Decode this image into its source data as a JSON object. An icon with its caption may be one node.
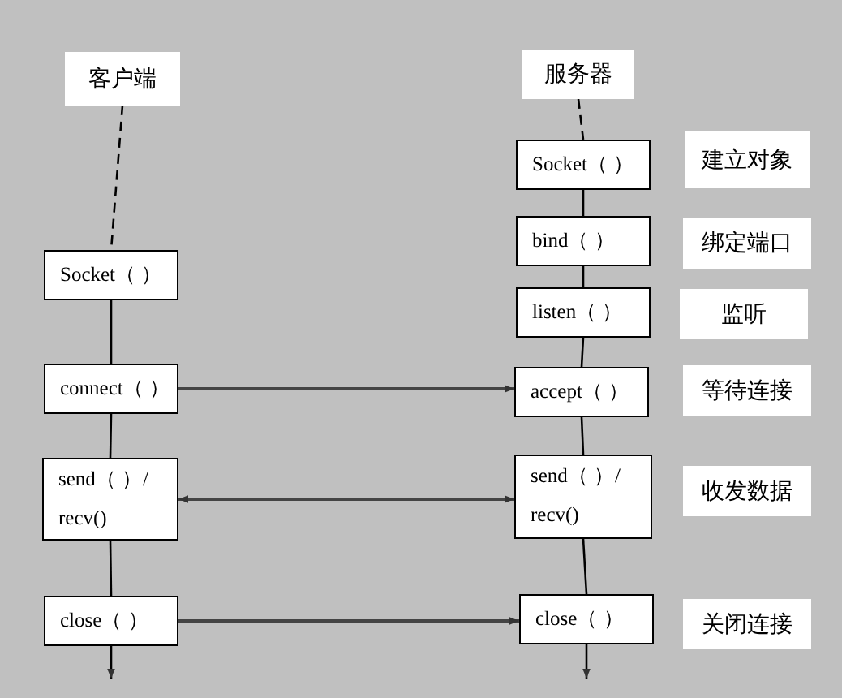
{
  "diagram": {
    "nodes": [
      {
        "text": [
          "客户端"
        ]
      },
      {
        "text": [
          "Socket（ ）"
        ]
      },
      {
        "text": [
          "connect（ ）"
        ]
      },
      {
        "text": [
          "send（ ）/ recv()"
        ]
      },
      {
        "text": [
          "close（ ）"
        ]
      },
      {
        "text": [
          "服务器"
        ]
      },
      {
        "text": [
          "Socket（ ）"
        ]
      },
      {
        "text": [
          "bind（ ）"
        ]
      },
      {
        "text": [
          "listen（ ）"
        ]
      },
      {
        "text": [
          "accept（ ）"
        ]
      },
      {
        "text": [
          "send（ ）/ recv()"
        ]
      },
      {
        "text": [
          "close（ ）"
        ]
      },
      {
        "text": [
          "建立对象"
        ]
      },
      {
        "text": [
          "绑定端口"
        ]
      },
      {
        "text": [
          "监听"
        ]
      },
      {
        "text": [
          "等待连接"
        ]
      },
      {
        "text": [
          "收发数据"
        ]
      },
      {
        "text": [
          "关闭连接"
        ]
      }
    ],
    "edges": [
      {
        "from": 0,
        "to": 1,
        "arrow": "none",
        "style": "dashed"
      },
      {
        "from": 1,
        "to": 2,
        "arrow": "none"
      },
      {
        "from": 2,
        "to": 3,
        "arrow": "none"
      },
      {
        "from": 3,
        "to": 4,
        "arrow": "none"
      },
      {
        "from": 4,
        "to": null,
        "arrow": "to"
      },
      {
        "from": 5,
        "to": 6,
        "arrow": "none",
        "style": "dashed"
      },
      {
        "from": 6,
        "to": 7,
        "arrow": "none"
      },
      {
        "from": 7,
        "to": 8,
        "arrow": "none"
      },
      {
        "from": 8,
        "to": 9,
        "arrow": "none"
      },
      {
        "from": 9,
        "to": 10,
        "arrow": "none"
      },
      {
        "from": 10,
        "to": 11,
        "arrow": "none"
      },
      {
        "from": 11,
        "to": null,
        "arrow": "to"
      },
      {
        "from": 2,
        "to": 9,
        "arrow": "to"
      },
      {
        "from": 3,
        "to": 10,
        "arrow": "both"
      },
      {
        "from": 4,
        "to": 11,
        "arrow": "to"
      }
    ]
  }
}
